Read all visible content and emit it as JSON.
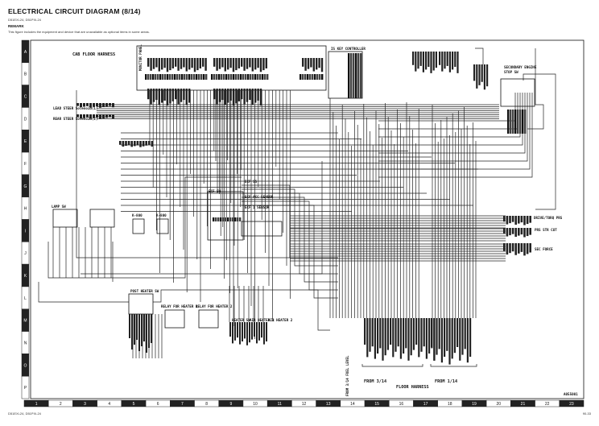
{
  "header": {
    "title": "ELECTRICAL CIRCUIT DIAGRAM (8/14)",
    "models": "D51EXi-24, D51PXi-24",
    "remark_heading": "REMARK",
    "remark_text": "This figure includes the equipment and device that are unavailable as optional items in some areas."
  },
  "frame": {
    "row_letters": [
      "A",
      "B",
      "C",
      "D",
      "E",
      "F",
      "G",
      "H",
      "I",
      "J",
      "K",
      "L",
      "M",
      "N",
      "O",
      "P"
    ],
    "column_numbers": [
      "1",
      "2",
      "3",
      "4",
      "5",
      "6",
      "7",
      "8",
      "9",
      "10",
      "11",
      "12",
      "13",
      "14",
      "15",
      "16",
      "17",
      "18",
      "19",
      "20",
      "21",
      "22",
      "23"
    ],
    "drawing_id": "A055001"
  },
  "labels": {
    "cab_floor_harness": "CAB FLOOR HARNESS",
    "monitor_panel": "MONITOR PANEL",
    "is_key_controller": "IS KEY CONTROLLER",
    "secondary_engine_stop_sw": "SECONDARY ENGINE",
    "secondary_engine_stop_sw_2": "STOP SW",
    "left_solenoid_1": "LEAD STEER Solenoid(1)",
    "left_solenoid_2": "REAR STEER Solenoid(2)",
    "ecf_sw": "ECF SW",
    "ecf_1": "ECF SS",
    "ecf_2": "ECF ACC SENSOR",
    "ecf_3": "ECF 1 SENSOR",
    "lamp_sw": "LAMP SW",
    "k800_1": "K-800",
    "k800_2": "K-800",
    "right_1": "DRIVE/TORQ PRS",
    "right_2": "PRS STR CUT",
    "right_3": "SEC FORCE",
    "post_heater_sw": "POST HEATER SW",
    "relay_heater_1": "RELAY FOR HEATER 1",
    "relay_heater_2": "RELAY FOR HEATER 2",
    "heater_sw": "HEATER SW",
    "air_heater_1": "AIR HEATER 1",
    "air_heater_2": "AIR HEATER 2",
    "from_3_14_vertical": "FROM 3/14  FUEL LEVEL",
    "from_3_14": "FROM 3/14",
    "from_1_14": "FROM 1/14",
    "floor_harness": "FLOOR HARNESS"
  },
  "footer": {
    "left": "D51EXi-24, D51PXi-24",
    "right": "90-33"
  }
}
